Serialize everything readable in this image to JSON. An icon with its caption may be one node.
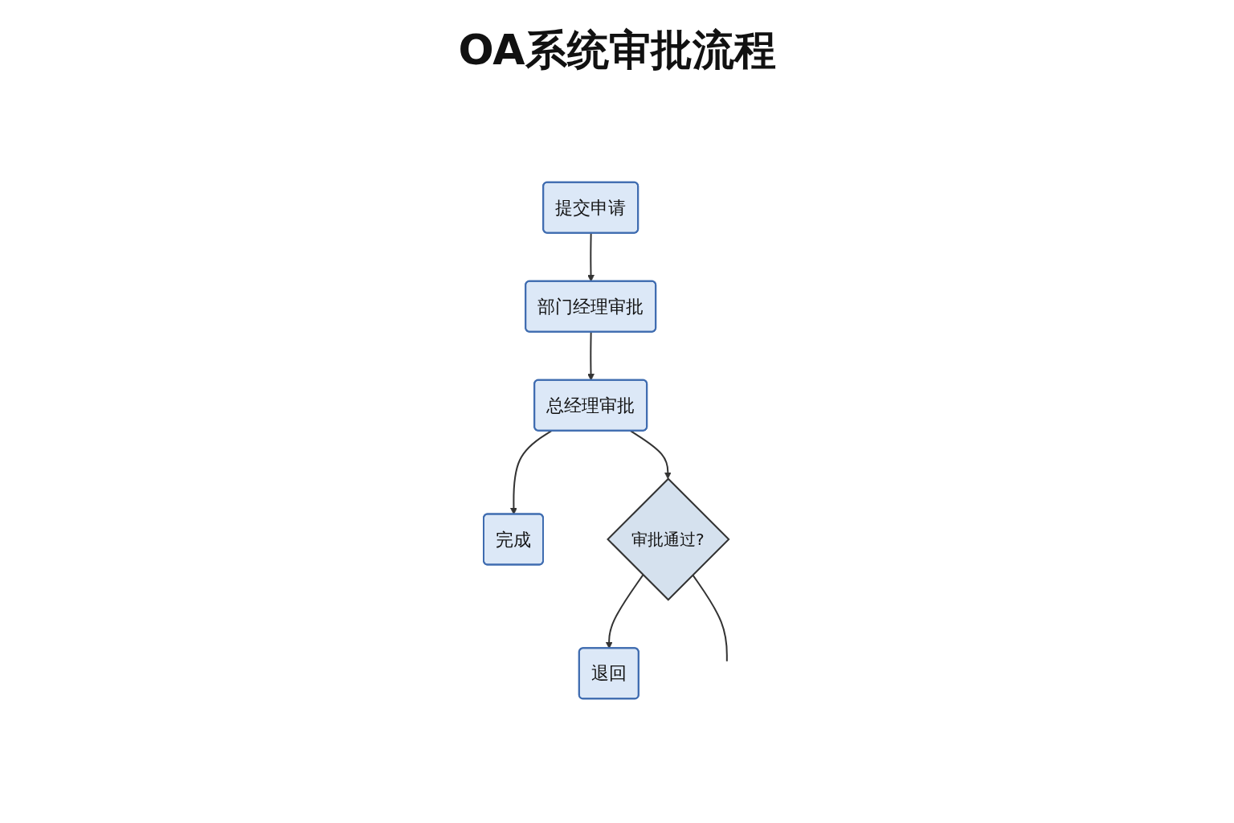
{
  "diagram": {
    "title": "OA系统审批流程",
    "nodes": [
      {
        "text": [
          "提交申请"
        ]
      },
      {
        "text": [
          "部门经理审批"
        ]
      },
      {
        "text": [
          "总经理审批"
        ]
      },
      {
        "text": [
          "完成"
        ]
      },
      {
        "text": [
          "审批通过?"
        ]
      },
      {
        "text": [
          "退回"
        ]
      }
    ],
    "edges": [
      {
        "from": 0,
        "to": 1,
        "arrow": "to"
      },
      {
        "from": 1,
        "to": 2,
        "arrow": "to"
      },
      {
        "from": 2,
        "to": 3,
        "arrow": "to"
      },
      {
        "from": 2,
        "to": 4,
        "arrow": "to"
      },
      {
        "from": 4,
        "to": 5,
        "arrow": "to"
      },
      {
        "from": 4,
        "to": null,
        "arrow": "none"
      }
    ]
  }
}
